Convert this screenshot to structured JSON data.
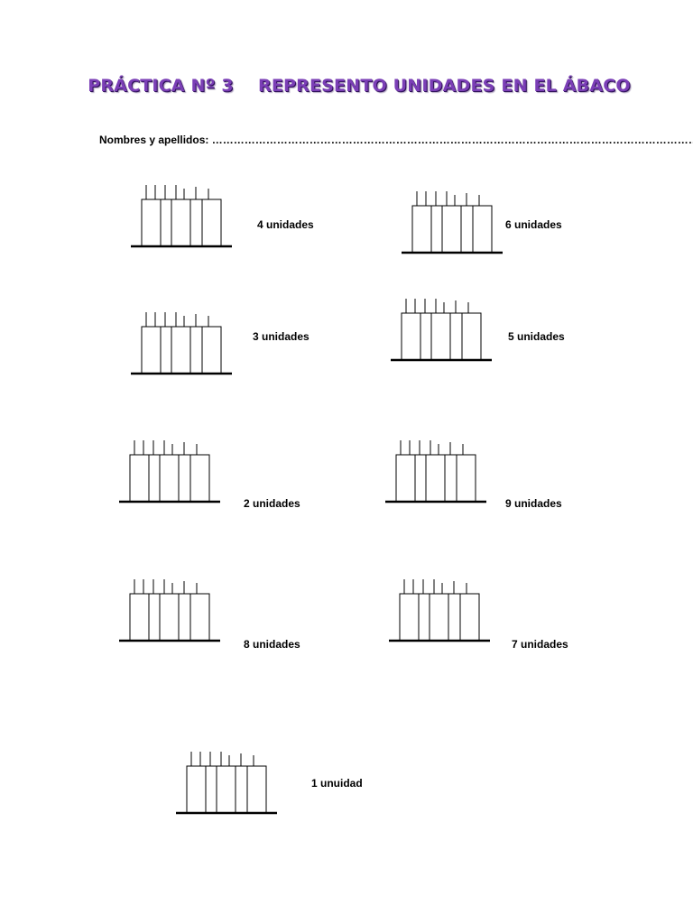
{
  "worksheet": {
    "title": "PRÁCTICA Nº 3    REPRESENTO UNIDADES EN EL ÁBACO",
    "name_label": "Nombres y apellidos:",
    "name_line": "………………………………………………………………………………………………………………………"
  },
  "exercises": [
    {
      "label": "4 unidades",
      "units": 4
    },
    {
      "label": "6 unidades",
      "units": 6
    },
    {
      "label": "3 unidades",
      "units": 3
    },
    {
      "label": "5 unidades",
      "units": 5
    },
    {
      "label": "2 unidades",
      "units": 2
    },
    {
      "label": "9 unidades",
      "units": 9
    },
    {
      "label": "8 unidades",
      "units": 8
    },
    {
      "label": "7 unidades",
      "units": 7
    },
    {
      "label": "1 unuidad",
      "units": 1
    }
  ],
  "colors": {
    "title": "#7b3fb6",
    "title_shadow": "#2e1058",
    "line": "#000000"
  }
}
